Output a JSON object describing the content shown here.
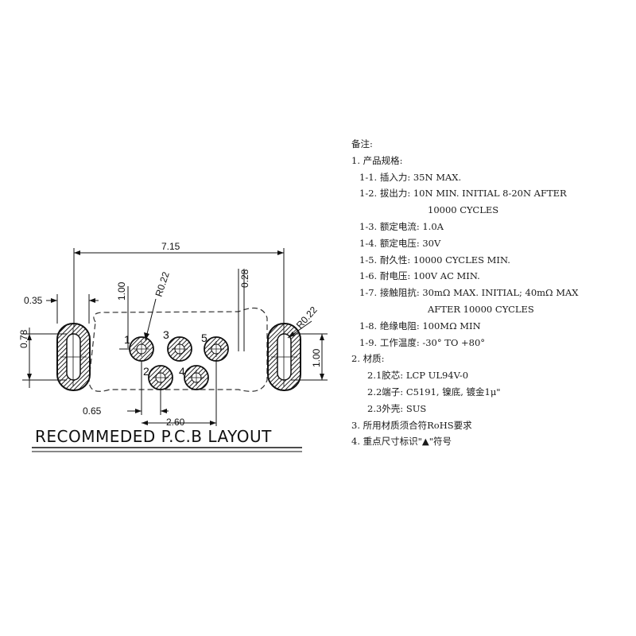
{
  "drawing": {
    "title": "RECOMMEDED P.C.B LAYOUT",
    "dims": {
      "d715": "7.15",
      "d035": "0.35",
      "d078": "0.78",
      "d100a": "1.00",
      "r022a": "R0.22",
      "d028": "0.28",
      "r022b": "R0.22",
      "d100b": "1.00",
      "d065": "0.65",
      "d260": "2.60"
    },
    "pins": [
      "1",
      "2",
      "3",
      "4",
      "5"
    ]
  },
  "notes": {
    "heading": "备注:",
    "items": [
      "1. 产品规格:",
      "1-1. 插入力: 35N MAX.",
      "1-2. 拔出力: 10N MIN. INITIAL 8-20N AFTER",
      "10000 CYCLES",
      "1-3. 额定电流: 1.0A",
      "1-4. 额定电压: 30V",
      "1-5. 耐久性: 10000 CYCLES MIN.",
      "1-6. 耐电压: 100V AC MIN.",
      "1-7. 接触阻抗: 30mΩ MAX. INITIAL; 40mΩ MAX",
      "AFTER 10000 CYCLES",
      "1-8. 绝缘电阻: 100MΩ MIN",
      "1-9. 工作温度: -30° TO +80°",
      "2. 材质:",
      "2.1胶芯: LCP UL94V-0",
      "2.2端子: C5191, 镍底, 镀金1μ\"",
      "2.3外壳: SUS",
      "3. 所用材质须合符RoHS要求",
      "4. 重点尺寸标识\"▲\"符号"
    ]
  }
}
